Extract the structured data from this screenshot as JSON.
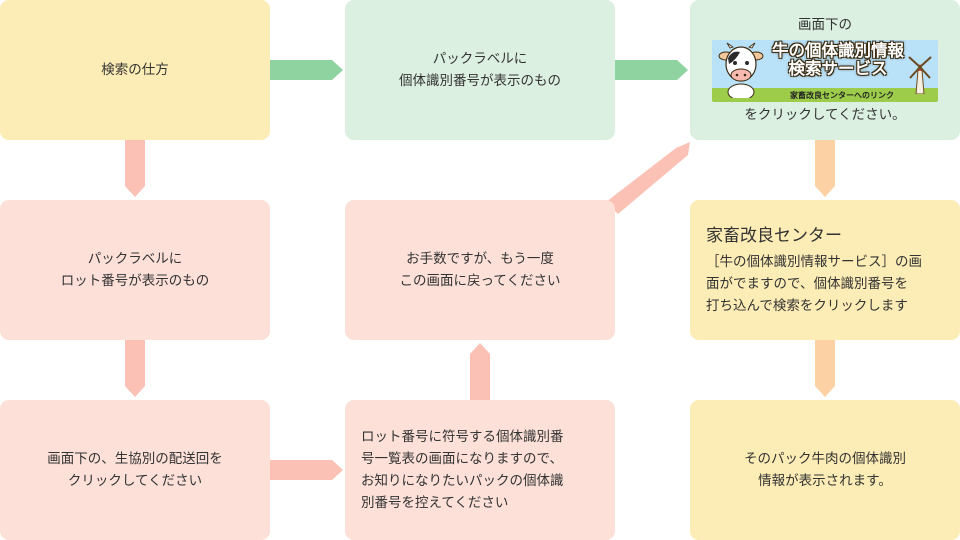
{
  "colors": {
    "yellow_box": "#fcecb5",
    "green_box": "#dcf0e1",
    "pink_box": "#fde0d8",
    "green_arrow": "#8fd3a0",
    "pink_arrow": "#fbc1b5",
    "orange_arrow": "#fcd2a5"
  },
  "boxes": {
    "how_to_search": "検索の仕方",
    "pack_label_individual": [
      "パックラベルに",
      "個体識別番号が表示のもの"
    ],
    "click_banner": {
      "before": "画面下の",
      "after": "をクリックしてください。",
      "banner_title": [
        "牛の個体識別情報",
        "検索サービス"
      ],
      "banner_sub": "家畜改良センターへのリンク"
    },
    "pack_label_lot": [
      "パックラベルに",
      "ロット番号が表示のもの"
    ],
    "return_screen": [
      "お手数ですが、もう一度",
      "この画面に戻ってください"
    ],
    "nlbc": {
      "title": "家畜改良センター",
      "body": [
        "［牛の個体識別情報サービス］の画",
        "面がでますので、個体識別番号を",
        "打ち込んで検索をクリックします"
      ]
    },
    "click_coop_delivery": [
      "画面下の、生協別の配送回を",
      "クリックしてください"
    ],
    "lot_list": [
      "ロット番号に符号する個体識別番",
      "号一覧表の画面になりますので、",
      "お知りになりたいパックの個体識",
      "別番号を控えてください"
    ],
    "result": [
      "そのパック牛肉の個体識別",
      "情報が表示されます。"
    ]
  }
}
